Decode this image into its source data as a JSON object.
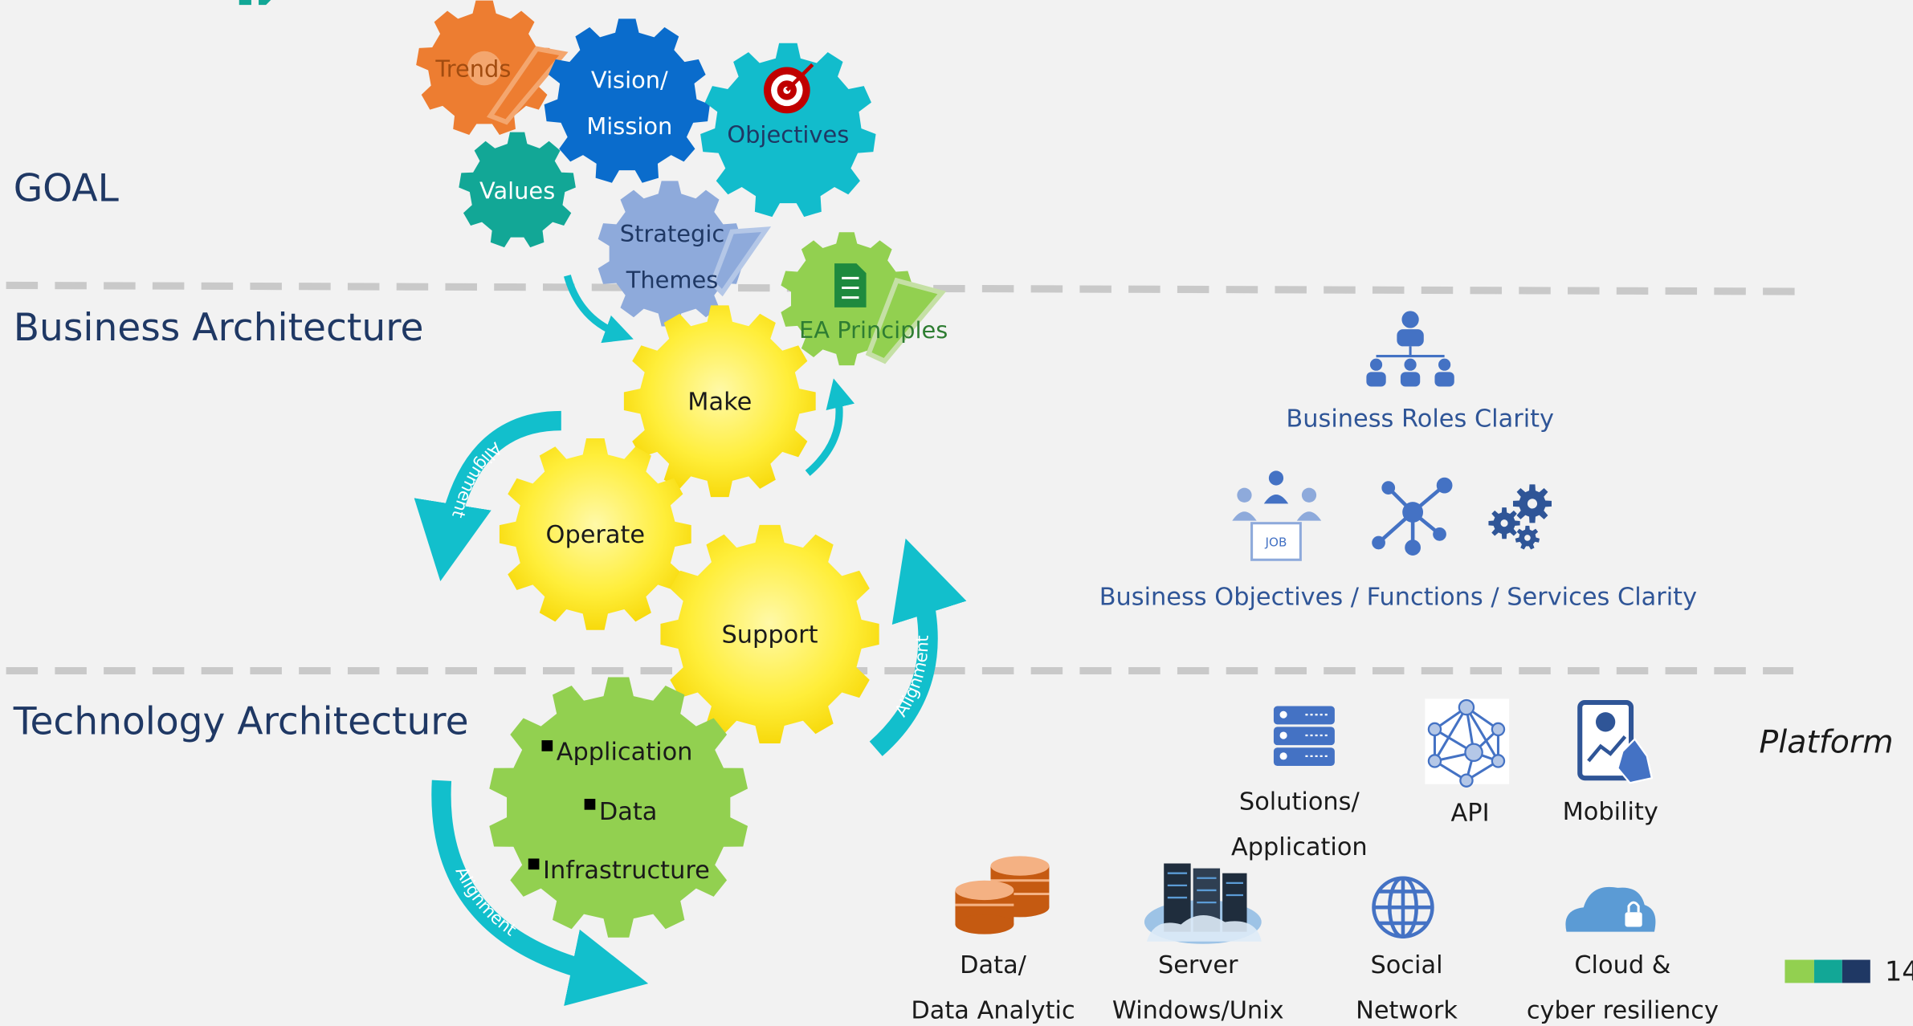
{
  "sections": {
    "goal": "GOAL",
    "business": "Business Architecture",
    "technology": "Technology Architecture"
  },
  "goal_gears": {
    "trends": "Trends",
    "vision_1": "Vision/",
    "vision_2": "Mission",
    "objectives": "Objectives",
    "values": "Values",
    "themes_1": "Strategic",
    "themes_2": "Themes",
    "ea": "EA Principles"
  },
  "business_gears": {
    "make": "Make",
    "operate": "Operate",
    "support": "Support"
  },
  "tech_gear": {
    "app": "Application",
    "data": "Data",
    "infra": "Infrastructure"
  },
  "alignment": "Alignment",
  "business_side": {
    "roles": "Business Roles Clarity",
    "functions": "Business Objectives / Functions / Services Clarity",
    "job_badge": "JOB"
  },
  "tech_side": {
    "platform": "Platform",
    "solutions_1": "Solutions/",
    "solutions_2": "Application",
    "api": "API",
    "mobility": "Mobility",
    "data_1": "Data/",
    "data_2": "Data Analytic",
    "server_1": "Server",
    "server_2": "Windows/Unix",
    "social_1": "Social",
    "social_2": "Network",
    "cloud_1": "Cloud &",
    "cloud_2": "cyber resiliency"
  },
  "page_number": "14",
  "colors": {
    "section_text": "#1f3864",
    "blue_text": "#2f5597",
    "orange": "#ed7d31",
    "blue_gear": "#0a6ccc",
    "cyan": "#12bccc",
    "teal": "#12a796",
    "lavender": "#8eaadb",
    "green": "#92d050",
    "yellow": "#ffef3a",
    "arrow": "#12bfcc",
    "icon_blue": "#4472c4"
  }
}
